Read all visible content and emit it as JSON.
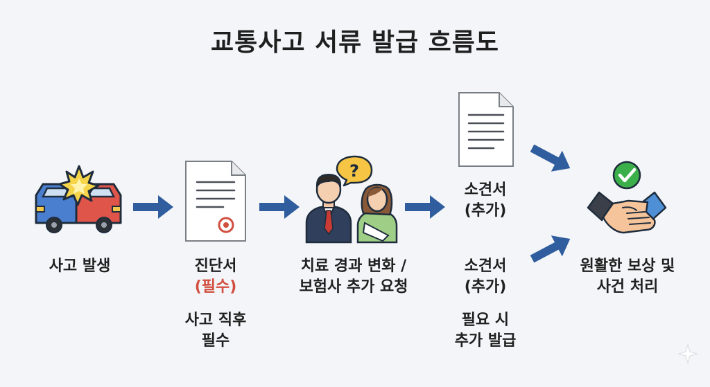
{
  "title": "교통사고 서류 발급 흐름도",
  "steps": {
    "accident": {
      "label": "사고 발생"
    },
    "diagnosis": {
      "label": "진단서",
      "required": "(필수)",
      "note_line1": "사고 직후",
      "note_line2": "필수"
    },
    "treatment": {
      "label_line1": "치료 경과 변화 /",
      "label_line2": "보험사 추가 요청"
    },
    "opinion_top": {
      "label_line1": "소견서",
      "label_line2": "(추가)"
    },
    "opinion_bottom": {
      "label_line1": "소견서",
      "label_line2": "(추가)",
      "note_line1": "필요 시",
      "note_line2": "추가 발급"
    },
    "result": {
      "label_line1": "원활한 보상 및",
      "label_line2": "사건 처리"
    }
  },
  "icons": {
    "question": "?",
    "check": "check-icon"
  },
  "colors": {
    "arrow": "#2f5d9e",
    "required": "#d24e3f",
    "check": "#3bb04a",
    "background": "#f3f5f8"
  }
}
